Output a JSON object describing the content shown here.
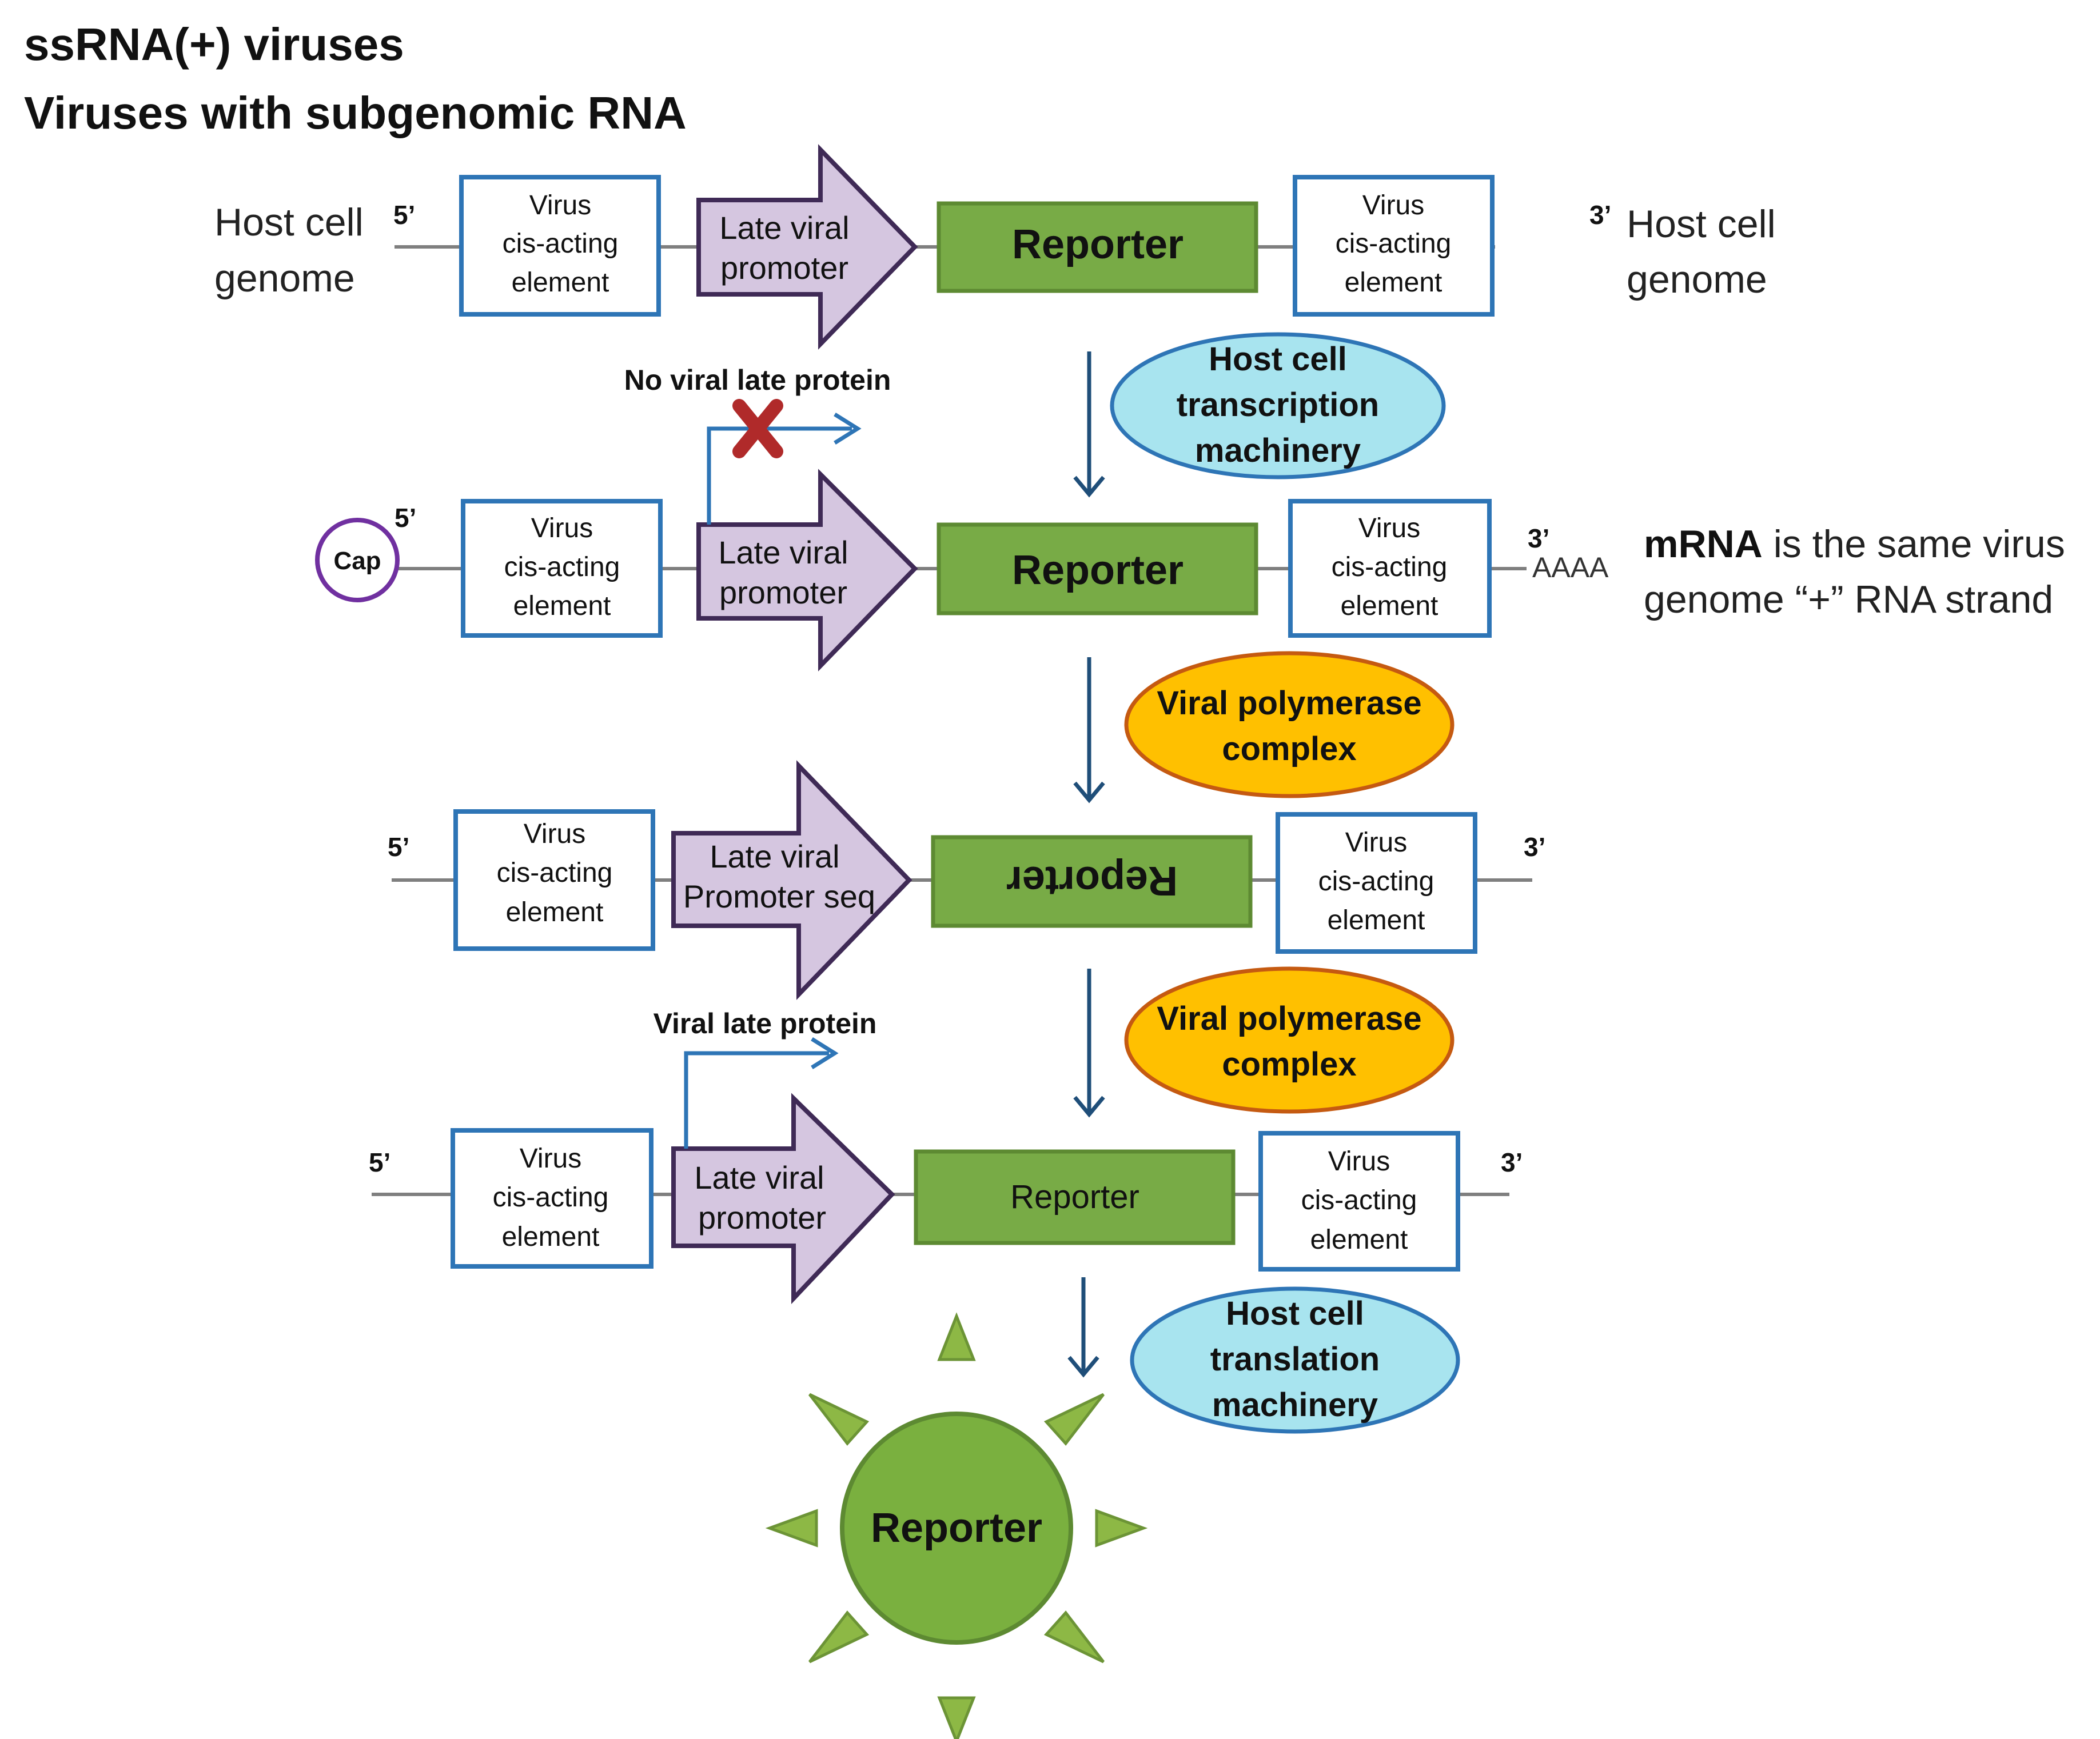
{
  "title": {
    "line1": "ssRNA(+) viruses",
    "line2": "Viruses with subgenomic RNA"
  },
  "labels": {
    "host_genome_line1": "Host cell",
    "host_genome_line2": "genome",
    "five_prime": "5’",
    "three_prime": "3’",
    "cap": "Cap",
    "polyA": "AAAA",
    "mrna_bold": "mRNA",
    "mrna_rest": " is the same virus",
    "mrna_line2": "genome “+” RNA strand",
    "no_viral_late_protein": "No viral late protein",
    "viral_late_protein": "Viral late protein"
  },
  "cis_element": {
    "line1": "Virus",
    "line2": "cis-acting",
    "line3": "element"
  },
  "promoter": {
    "line1": "Late viral",
    "line2": "promoter",
    "seq_line2": "Promoter seq"
  },
  "reporter": {
    "label": "Reporter"
  },
  "ovals": {
    "host_transcription": [
      "Host cell",
      "transcription",
      "machinery"
    ],
    "viral_polymerase": [
      "Viral polymerase",
      "complex"
    ],
    "host_translation": [
      "Host cell",
      "translation",
      "machinery"
    ]
  },
  "colors": {
    "cis_border": "#2e75b6",
    "promoter_fill": "#d5c6e0",
    "promoter_stroke": "#3f2a56",
    "reporter_fill": "#78ab46",
    "reporter_stroke": "#5d8a32",
    "reporter_sun": "#7ab03f",
    "oval_blue": "#a8e4ef",
    "oval_blue_stroke": "#2e75b6",
    "oval_orange": "#ffc000",
    "oval_orange_stroke": "#c55a11",
    "arrow_blue": "#1f4e79",
    "tss_blue": "#2e75b6",
    "cross_red": "#b02a2a",
    "cap_stroke": "#7030a0",
    "line_gray": "#7f7f7f"
  }
}
